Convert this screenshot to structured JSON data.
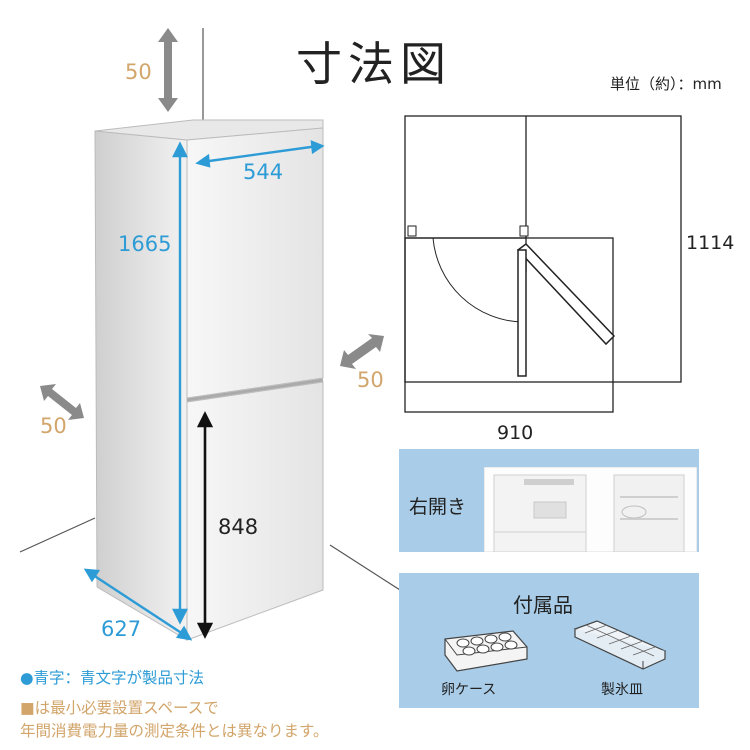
{
  "title": "寸法図",
  "unit_label": "単位（約）：mm",
  "dimensions": {
    "top_clearance": "50",
    "width": "544",
    "height": "1665",
    "lower_height": "848",
    "depth": "627",
    "side_clearance_left": "50",
    "side_clearance_right": "50",
    "plan_depth": "1114",
    "plan_width": "910"
  },
  "door_panel": {
    "label": "右開き"
  },
  "accessories_panel": {
    "title": "付属品",
    "items": [
      {
        "label": "卵ケース"
      },
      {
        "label": "製氷皿"
      }
    ]
  },
  "notes": {
    "blue_text": "●青字：青文字が製品寸法",
    "orange_text_line1": "■は最小必要設置スペースで",
    "orange_text_line2": "年間消費電力量の測定条件とは異なります。"
  },
  "colors": {
    "product_dimension": "#2d9cd6",
    "clearance": "#d2a56b",
    "panel": "#a9cde9"
  }
}
